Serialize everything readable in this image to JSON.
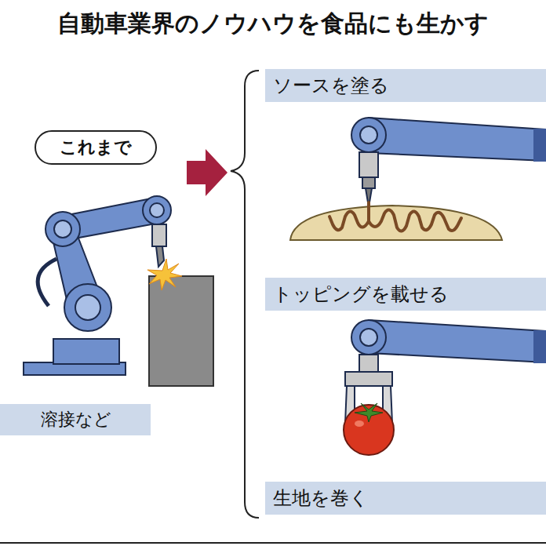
{
  "diagram": {
    "title": "自動車業界のノウハウを食品にも生かす",
    "nodes": [
      {
        "text": [
          "これまで"
        ]
      },
      {
        "text": [
          "溶接など"
        ]
      },
      {
        "text": [
          "ソースを塗る"
        ]
      },
      {
        "text": [
          "トッピングを載せる"
        ]
      },
      {
        "text": [
          "生地を巻く"
        ]
      }
    ]
  }
}
